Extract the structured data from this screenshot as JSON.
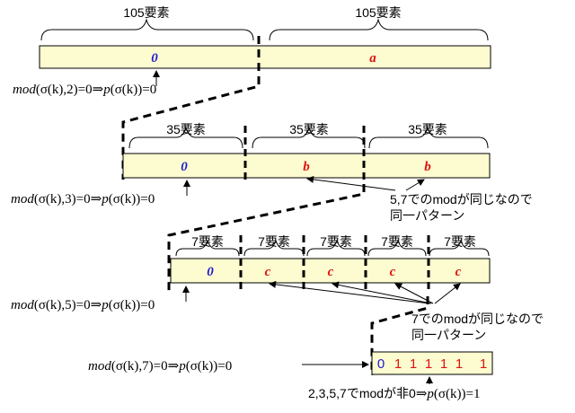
{
  "rows": {
    "r105": {
      "braces": [
        "105要素",
        "105要素"
      ],
      "cells": [
        "0",
        "a"
      ],
      "formula": {
        "lhs": "mod",
        "arg": "(σ(k),2)=0",
        "impl": "⇒",
        "rhs_fn": "p",
        "rhs_arg": "(σ(k))=0"
      }
    },
    "r35": {
      "braces": [
        "35要素",
        "35要素",
        "35要素"
      ],
      "cells": [
        "0",
        "b",
        "b"
      ],
      "formula": {
        "lhs": "mod",
        "arg": "(σ(k),3)=0",
        "impl": "⇒",
        "rhs_fn": "p",
        "rhs_arg": "(σ(k))=0"
      },
      "note": [
        "5,7でのmodが同じなので",
        "同一パターン"
      ]
    },
    "r7": {
      "braces": [
        "7要素",
        "7要素",
        "7要素",
        "7要素",
        "7要素"
      ],
      "cells": [
        "0",
        "c",
        "c",
        "c",
        "c"
      ],
      "formula": {
        "lhs": "mod",
        "arg": "(σ(k),5)=0",
        "impl": "⇒",
        "rhs_fn": "p",
        "rhs_arg": "(σ(k))=0"
      },
      "note": [
        "7でのmodが同じなので",
        "同一パターン"
      ]
    },
    "r1": {
      "bits": [
        "0",
        "1",
        "1",
        "1",
        "1",
        "1",
        "1"
      ],
      "formula": {
        "lhs": "mod",
        "arg": "(σ(k),7)=0",
        "impl": "⇒",
        "rhs_fn": "p",
        "rhs_arg": "(σ(k))=0"
      },
      "bottom": {
        "text": "2,3,5,7でmodが非0",
        "impl": "⇒",
        "rhs_fn": "p",
        "rhs_arg": "(σ(k))=1"
      }
    }
  },
  "colors": {
    "box_fill": "#fdfbd0",
    "zero": "#1a1ad0",
    "var": "#e01010"
  }
}
